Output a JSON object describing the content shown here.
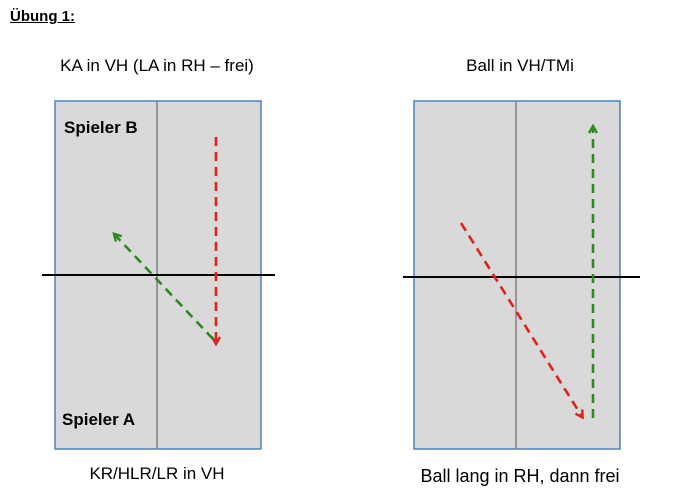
{
  "title": "Übung 1:",
  "left_table": {
    "caption_top": "KA in VH (LA in RH – frei)",
    "caption_bottom": "KR/HLR/LR in VH",
    "player_top": "Spieler B",
    "player_bottom": "Spieler A"
  },
  "right_table": {
    "caption_top": "Ball in VH/TMi",
    "caption_bottom": "Ball lang in RH, dann frei"
  },
  "colors": {
    "table_fill": "#d9d9d9",
    "table_border": "#4f81bd",
    "center_line": "#808080",
    "net": "#000000",
    "red_arrow": "#e0201b",
    "green_arrow": "#2a8a1e"
  }
}
